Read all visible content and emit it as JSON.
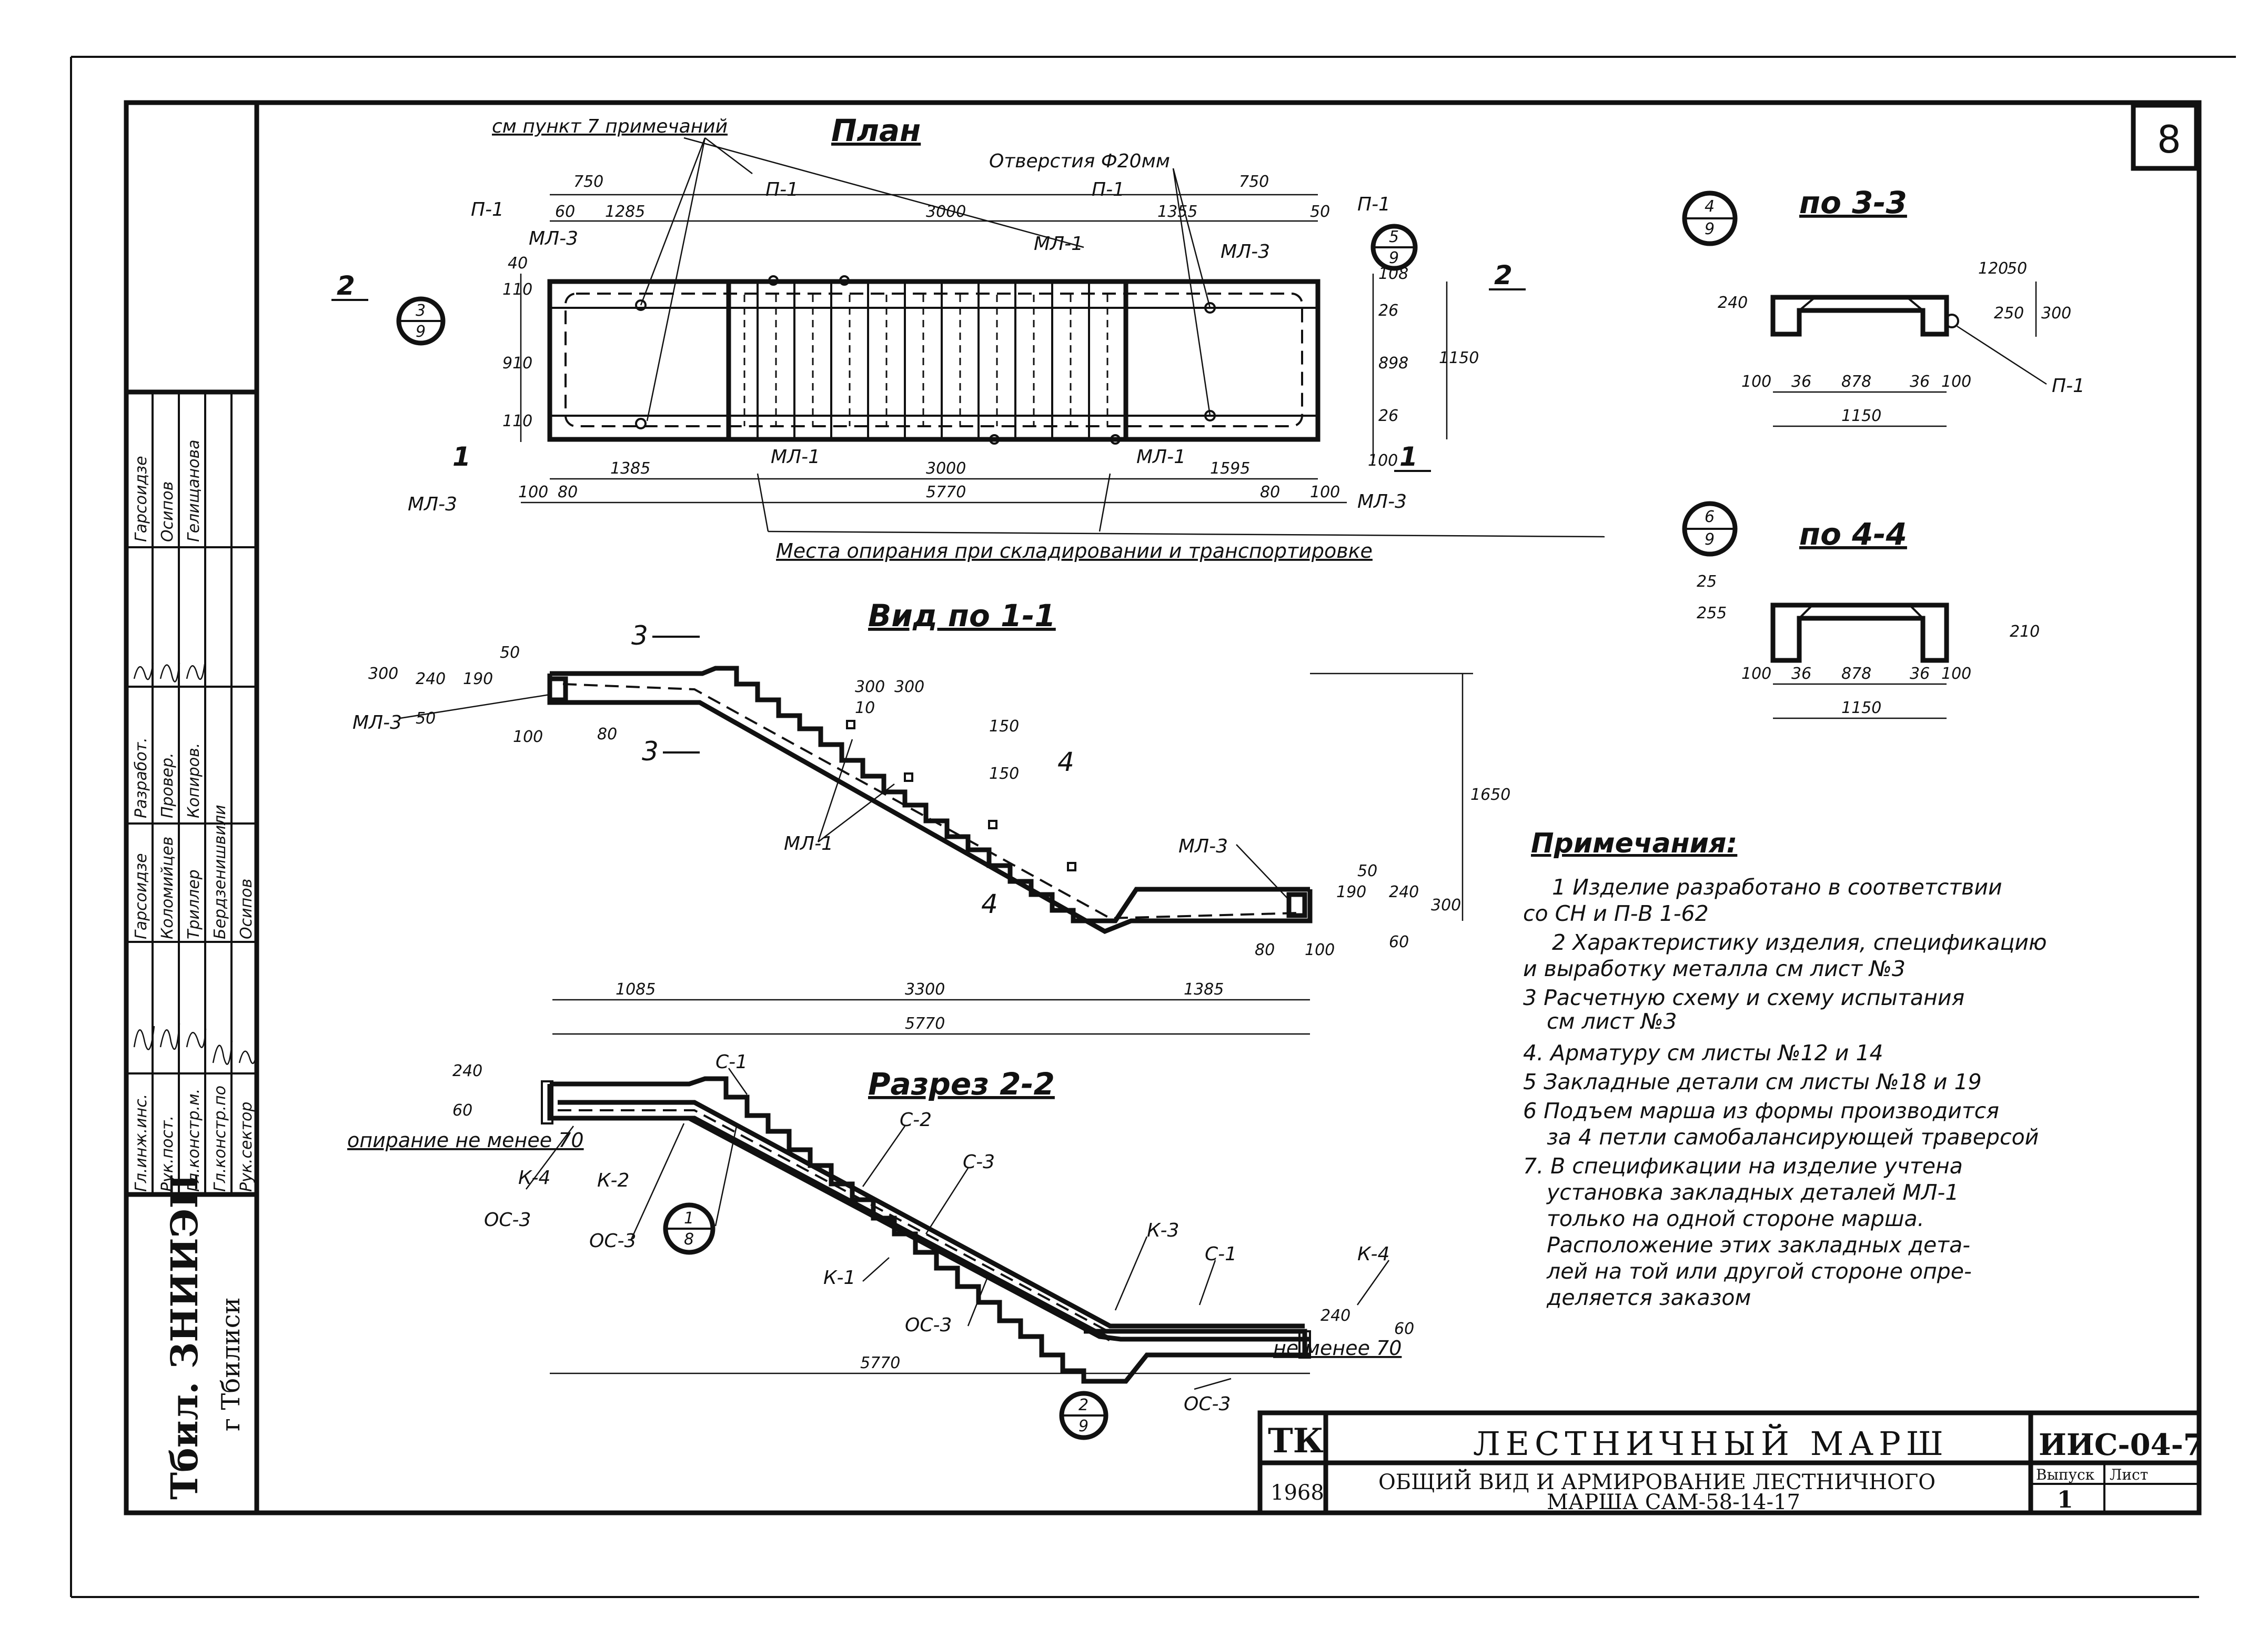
{
  "sheet": {
    "number": "8"
  },
  "plan": {
    "heading": "План",
    "ref_note": "см пункт 7 примечаний",
    "holes": "Отверстия Ф20мм",
    "support_note": "Места опирания при складировании и транспортировке",
    "tags": [
      "П-1",
      "П-1",
      "П-1",
      "П-1",
      "МЛ-3",
      "МЛ-3",
      "МЛ-1",
      "МЛ-1",
      "МЛ-1",
      "МЛ-3",
      "МЛ-3"
    ],
    "dims_top": [
      "750",
      "60",
      "1285",
      "3000",
      "1355",
      "750",
      "50"
    ],
    "dims_bottom": [
      "1385",
      "3000",
      "1595",
      "100",
      "80",
      "5770",
      "80",
      "100"
    ],
    "dims_left": [
      "40",
      "110",
      "910",
      "110"
    ],
    "dims_right": [
      "108",
      "898",
      "26",
      "1150",
      "26",
      "100"
    ],
    "section_marks": [
      "2",
      "2",
      "1",
      "1"
    ],
    "callouts": [
      {
        "top": "3",
        "bottom": "9"
      },
      {
        "top": "5",
        "bottom": "9"
      }
    ]
  },
  "view11": {
    "heading": "Вид по 1-1",
    "tags": [
      "МЛ-3",
      "МЛ-1",
      "МЛ-3"
    ],
    "cuts": [
      "3",
      "3",
      "4",
      "4"
    ],
    "dims": [
      "300",
      "240",
      "190",
      "50",
      "50",
      "100",
      "80",
      "300",
      "300",
      "10",
      "150",
      "150",
      "1650",
      "1085",
      "3300",
      "1385",
      "5770",
      "190",
      "50",
      "240",
      "60",
      "300",
      "80",
      "100"
    ]
  },
  "sec22": {
    "heading": "Разрез 2-2",
    "tags": [
      "С-1",
      "С-2",
      "С-3",
      "К-2",
      "К-1",
      "ОС-3",
      "ОС-3",
      "ОС-3",
      "К-3",
      "С-1",
      "К-4",
      "ОС-3",
      "К-4"
    ],
    "support_left": "опирание не менее 70",
    "support_right": "не менее 70",
    "dims": [
      "240",
      "60",
      "5770",
      "240",
      "60"
    ],
    "callouts": [
      {
        "top": "1",
        "bottom": "8"
      },
      {
        "top": "2",
        "bottom": "9"
      }
    ]
  },
  "sec33": {
    "heading": "по 3-3",
    "callout": {
      "top": "4",
      "bottom": "9"
    },
    "dims": [
      "240",
      "120",
      "50",
      "250",
      "300",
      "100",
      "36",
      "878",
      "36",
      "100",
      "1150"
    ],
    "tag": "П-1"
  },
  "sec44": {
    "heading": "по 4-4",
    "callout": {
      "top": "6",
      "bottom": "9"
    },
    "dims": [
      "255",
      "25",
      "210",
      "100",
      "36",
      "878",
      "36",
      "100",
      "1150"
    ]
  },
  "notes": {
    "heading": "Примечания:",
    "lines": [
      "1 Изделие разработано в соответствии",
      "со СН и П-В 1-62",
      "2 Характеристику изделия, спецификацию",
      "и выработку металла см лист №3",
      "3 Расчетную схему и схему испытания",
      "см лист №3",
      "4. Арматуру см листы №12 и 14",
      "5 Закладные детали см листы №18 и 19",
      "6 Подъем марша из формы производится",
      "за 4 петли самобалансирующей траверсой",
      "7. В спецификации на изделие учтена",
      "установка закладных деталей МЛ-1",
      "только на одной стороне марша.",
      "Расположение этих закладных дета-",
      "лей на той или другой стороне опре-",
      "деляется заказом"
    ]
  },
  "title_block": {
    "org_code": "ТК",
    "year": "1968",
    "title": "ЛЕСТНИЧНЫЙ МАРШ",
    "subtitle1": "ОБЩИЙ ВИД И АРМИРОВАНИЕ ЛЕСТНИЧНОГО",
    "subtitle2": "МАРША САМ-58-14-17",
    "code": "ИИС-04-7",
    "issue_label": "Выпуск",
    "sheet_label": "Лист",
    "issue": "1"
  },
  "stamp": {
    "org": "Тбил. ЗНИИЭП",
    "city": "г Тбилиси"
  },
  "signatures": {
    "roles": [
      "Гл.инж.инс.",
      "Рук.пост.",
      "Гл.констр.м.",
      "Гл.констр.по",
      "Рук.сектор"
    ],
    "col1": [
      "Гарсоидзе",
      "Коломийцев",
      "Триллер",
      "Бердзенишвили",
      "Осипов"
    ],
    "col2": [
      "Разработ.",
      "Провер.",
      "Копиров."
    ],
    "col3": [
      "Гарсоидзе",
      "Осипов",
      "Гелищанова"
    ]
  }
}
